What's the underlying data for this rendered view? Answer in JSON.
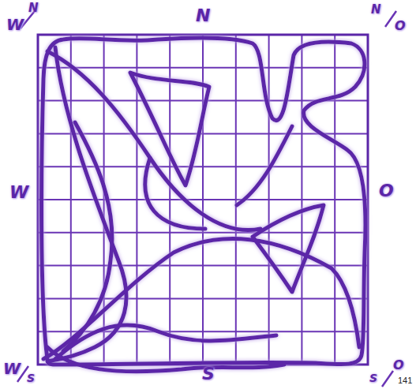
{
  "diagram": {
    "labels": [
      "W",
      "N",
      "N",
      "N",
      "O",
      "W",
      "O",
      "W",
      "S",
      "S",
      "S",
      "O",
      "141"
    ]
  }
}
